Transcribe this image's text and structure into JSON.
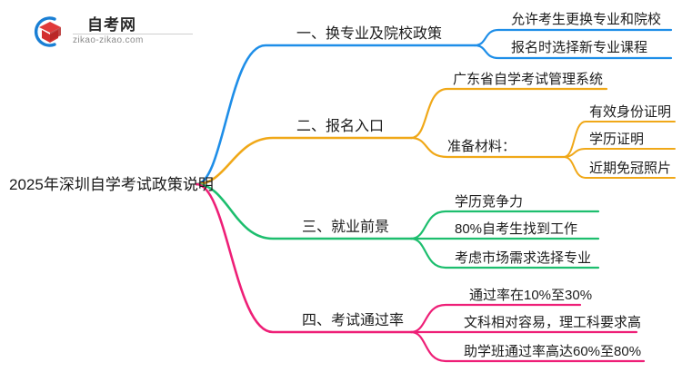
{
  "logo": {
    "name": "zikao-logo",
    "title": "自考网",
    "domain": "zikao-zikao.com",
    "mark_colors": {
      "arc": "#1a7fd4",
      "cap": "#e03a3a",
      "cap_dark": "#c22a2a"
    }
  },
  "mindmap": {
    "root": {
      "label": "2025年深圳自学考试政策说明"
    },
    "colors": {
      "branch1": "#1e8ee8",
      "branch2": "#f0a818",
      "branch3": "#1dbe6e",
      "branch4": "#ee1f77"
    },
    "branches": [
      {
        "label": "一、换专业及院校政策",
        "color": "#1e8ee8",
        "children": [
          {
            "label": "允许考生更换专业和院校",
            "children": []
          },
          {
            "label": "报名时选择新专业课程",
            "children": []
          }
        ]
      },
      {
        "label": "二、报名入口",
        "color": "#f0a818",
        "children": [
          {
            "label": "广东省自学考试管理系统",
            "children": []
          },
          {
            "label": "准备材料：",
            "children": [
              {
                "label": "有效身份证明"
              },
              {
                "label": "学历证明"
              },
              {
                "label": "近期免冠照片"
              }
            ]
          }
        ]
      },
      {
        "label": "三、就业前景",
        "color": "#1dbe6e",
        "children": [
          {
            "label": "学历竞争力",
            "children": []
          },
          {
            "label": "80%自考生找到工作",
            "children": []
          },
          {
            "label": "考虑市场需求选择专业",
            "children": []
          }
        ]
      },
      {
        "label": "四、考试通过率",
        "color": "#ee1f77",
        "children": [
          {
            "label": "通过率在10%至30%",
            "children": []
          },
          {
            "label": "文科相对容易，理工科要求高",
            "children": []
          },
          {
            "label": "助学班通过率高达60%至80%",
            "children": []
          }
        ]
      }
    ]
  }
}
